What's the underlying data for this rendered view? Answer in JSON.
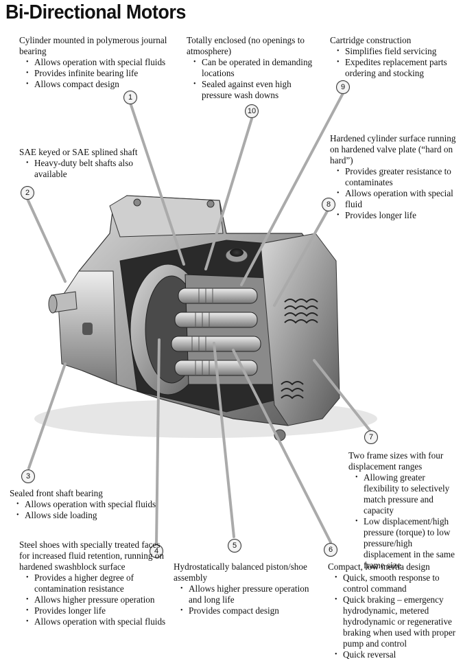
{
  "title": "Bi-Directional Motors",
  "callouts": [
    {
      "num": "1",
      "head": "Cylinder mounted in polymerous journal bearing",
      "items": [
        "Allows operation with special fluids",
        "Provides infinite bearing life",
        "Allows compact design"
      ]
    },
    {
      "num": "2",
      "head": "SAE keyed or SAE splined shaft",
      "items": [
        "Heavy-duty belt shafts also available"
      ]
    },
    {
      "num": "3",
      "head": "Sealed front shaft bearing",
      "items": [
        "Allows operation with special fluids",
        "Allows side loading"
      ]
    },
    {
      "num": "4",
      "head": "Steel shoes with specially treated faces for increased fluid retention, running on hardened swashblock surface",
      "items": [
        "Provides a higher degree of contamination resistance",
        "Allows higher pressure operation",
        "Provides longer life",
        "Allows operation with special fluids"
      ]
    },
    {
      "num": "5",
      "head": "Hydrostatically balanced piston/shoe assembly",
      "items": [
        "Allows higher pressure operation and long life",
        "Provides compact design"
      ]
    },
    {
      "num": "6",
      "head": "Compact, low inertia design",
      "items": [
        "Quick, smooth response to control command",
        "Quick braking – emergency hydrodynamic, metered hydrodynamic or regenerative braking when used with proper pump and control",
        "Quick reversal"
      ]
    },
    {
      "num": "7",
      "head": "Two frame sizes with four displacement ranges",
      "items": [
        "Allowing greater flexibility to selectively match pressure and capacity",
        "Low displacement/high pressure (torque) to low pressure/high displacement in the same frame size"
      ]
    },
    {
      "num": "8",
      "head": "Hardened cylinder surface running on hardened valve plate (“hard on hard”)",
      "items": [
        "Provides greater resistance to contaminates",
        "Allows operation with special fluid",
        "Provides longer life"
      ]
    },
    {
      "num": "9",
      "head": "Cartridge construction",
      "items": [
        "Simplifies field servicing",
        "Expedites replacement parts ordering and stocking"
      ]
    },
    {
      "num": "10",
      "head": "Totally enclosed (no openings to atmosphere)",
      "items": [
        "Can be operated in demanding locations",
        "Sealed against even high pressure wash downs"
      ]
    }
  ]
}
